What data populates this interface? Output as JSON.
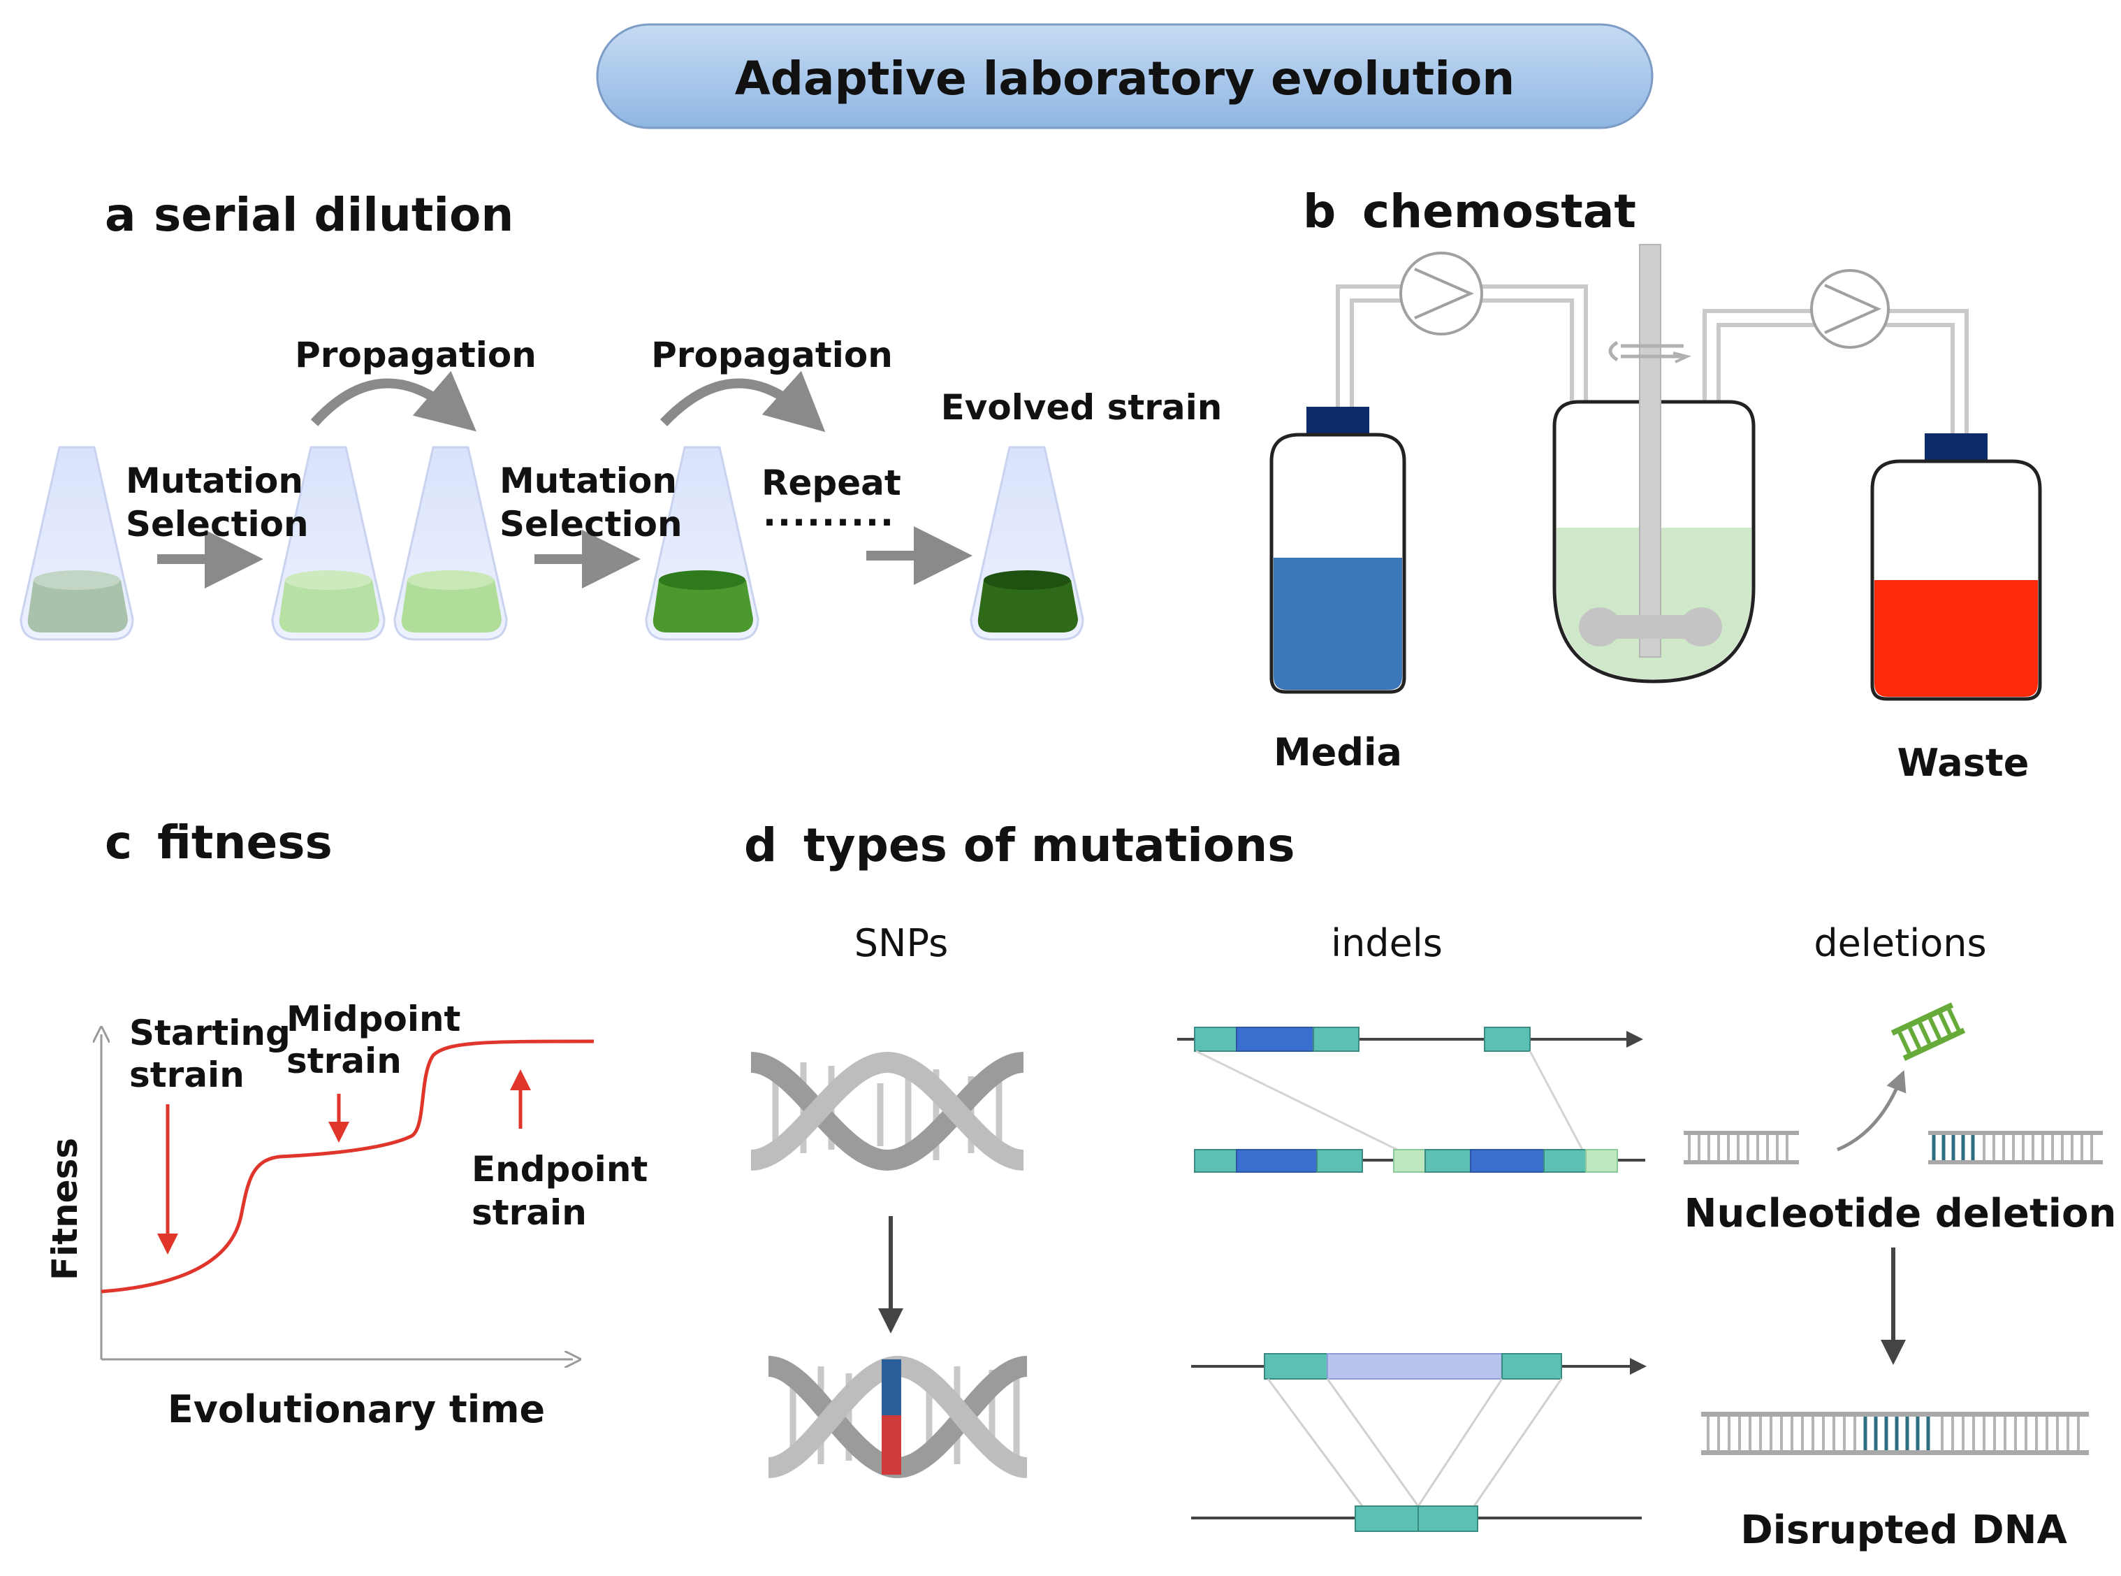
{
  "title": "Adaptive laboratory evolution",
  "panels": {
    "a": {
      "letter": "a",
      "title": "serial dilution",
      "propagation_1": "Propagation",
      "propagation_2": "Propagation",
      "mutation_1": "Mutation",
      "selection_1": "Selection",
      "mutation_2": "Mutation",
      "selection_2": "Selection",
      "repeat": "Repeat",
      "evolved": "Evolved strain"
    },
    "b": {
      "letter": "b",
      "title": "chemostat",
      "media": "Media",
      "waste": "Waste"
    },
    "c": {
      "letter": "c",
      "title": "fitness",
      "ylabel": "Fitness",
      "xlabel": "Evolutionary time",
      "starting_1": "Starting",
      "starting_2": "strain",
      "midpoint_1": "Midpoint",
      "midpoint_2": "strain",
      "endpoint_1": "Endpoint",
      "endpoint_2": "strain"
    },
    "d": {
      "letter": "d",
      "title": "types of mutations",
      "snps": "SNPs",
      "indels": "indels",
      "deletions": "deletions",
      "nucleotide_deletion": "Nucleotide deletion",
      "disrupted_dna": "Disrupted DNA"
    }
  },
  "colors": {
    "banner": "#a9c7ea",
    "media_liquid": "#3a76b8",
    "waste_liquid": "#ff2a0a",
    "reactor_liquid": "#cfe8c9",
    "cap": "#0d2a6b",
    "fitness_curve": "#e0352b",
    "teal": "#5cc0b4",
    "blue": "#3a6fd0"
  }
}
